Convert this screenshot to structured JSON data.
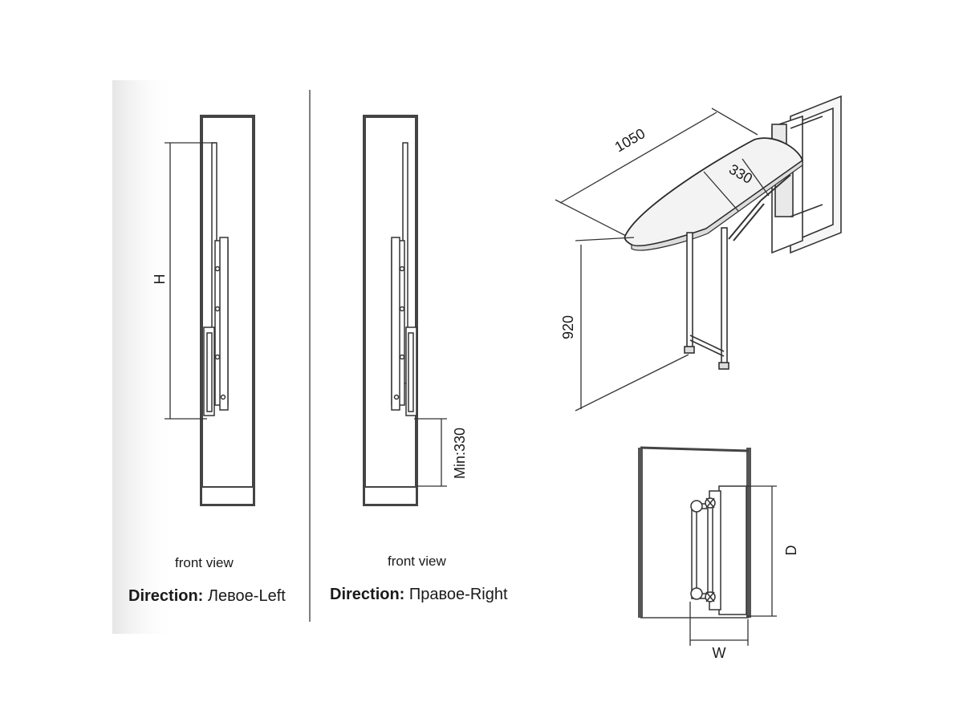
{
  "left_panel": {
    "view_label": "front view",
    "direction_label": "Direction:",
    "direction_value": "Левое-Left",
    "height_label": "H"
  },
  "right_panel": {
    "view_label": "front view",
    "direction_label": "Direction:",
    "direction_value": "Правое-Right",
    "min_label": "Min:330"
  },
  "board_view": {
    "length_label": "1050",
    "width_label": "330",
    "height_label": "920"
  },
  "top_view": {
    "depth_label": "D",
    "width_label": "W"
  },
  "colors": {
    "line": "#2a2a2a",
    "cabinet_wall": "#555555",
    "board_fill": "#f3f3f3",
    "metal": "#cfcfcf",
    "shade": "#ececec"
  }
}
